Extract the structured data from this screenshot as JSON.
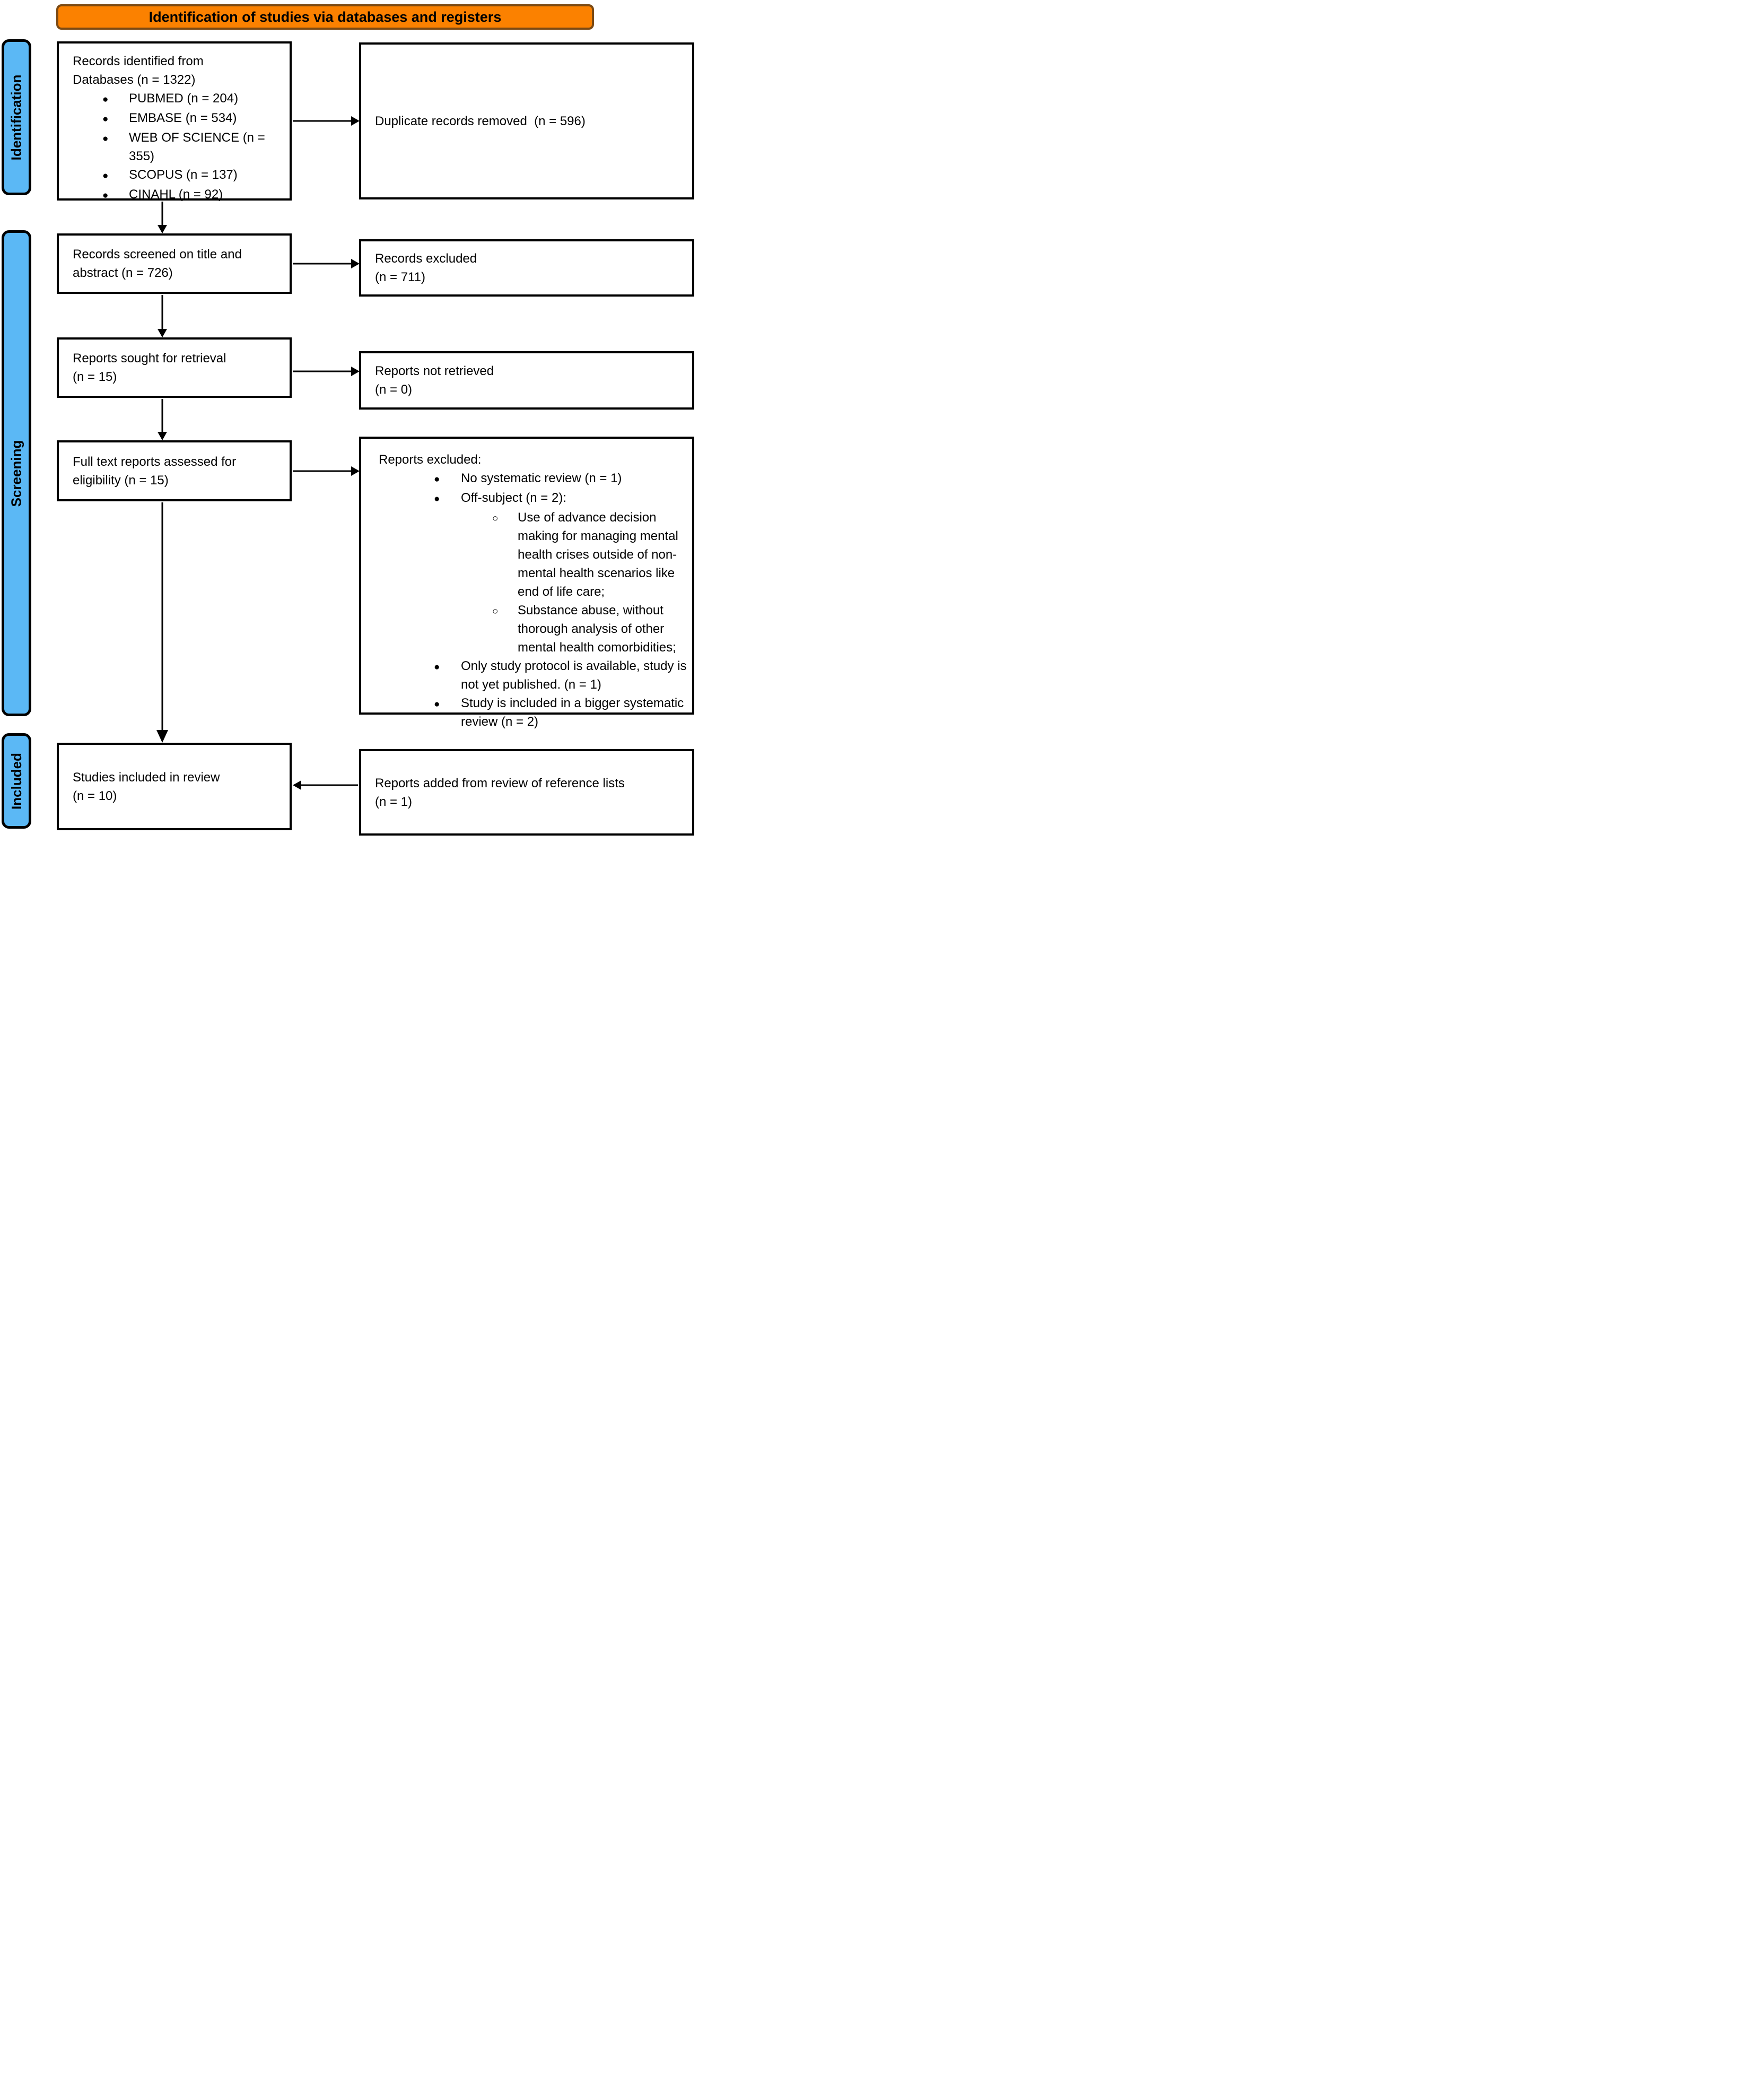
{
  "banner": {
    "title": "Identification of studies via databases and registers",
    "bg_color": "#FB8100",
    "border_color": "#7B4A14"
  },
  "stages": {
    "fill_color": "#5BB8F5",
    "items": [
      {
        "label": "Identification"
      },
      {
        "label": "Screening"
      },
      {
        "label": "Included"
      }
    ]
  },
  "flow": {
    "records_identified": {
      "heading": "Records identified from\nDatabases (n = 1322)",
      "bullets": [
        "PUBMED (n = 204)",
        "EMBASE (n = 534)",
        "WEB OF SCIENCE (n =\n355)",
        "SCOPUS (n = 137)",
        "CINAHL (n = 92)"
      ]
    },
    "duplicates_removed": {
      "text": "Duplicate records removed  (n = 596)"
    },
    "records_screened": {
      "text": "Records screened on title and\nabstract (n = 726)"
    },
    "records_excluded": {
      "text": "Records excluded\n(n = 711)"
    },
    "reports_sought": {
      "text": "Reports sought for retrieval\n(n = 15)"
    },
    "reports_not_retrieved": {
      "text": "Reports not retrieved\n(n = 0)"
    },
    "full_text_assessed": {
      "text": "Full text reports assessed for\neligibility (n = 15)"
    },
    "reports_excluded": {
      "heading": "Reports excluded:",
      "item_levels": [
        1,
        1,
        2,
        2,
        1,
        1
      ],
      "items": [
        "No systematic review (n = 1)",
        "Off-subject (n = 2):",
        "Use of advance decision making for managing mental health crises outside of non-mental health scenarios like end of life care;",
        "Substance abuse, without thorough analysis of other mental health comorbidities;",
        "Only study protocol is available, study is not yet published. (n = 1)",
        "Study is included in a bigger systematic review (n = 2)"
      ]
    },
    "studies_included": {
      "text": "Studies included in review\n(n = 10)"
    },
    "reports_added": {
      "text": "Reports added from review of reference lists\n(n = 1)"
    }
  }
}
